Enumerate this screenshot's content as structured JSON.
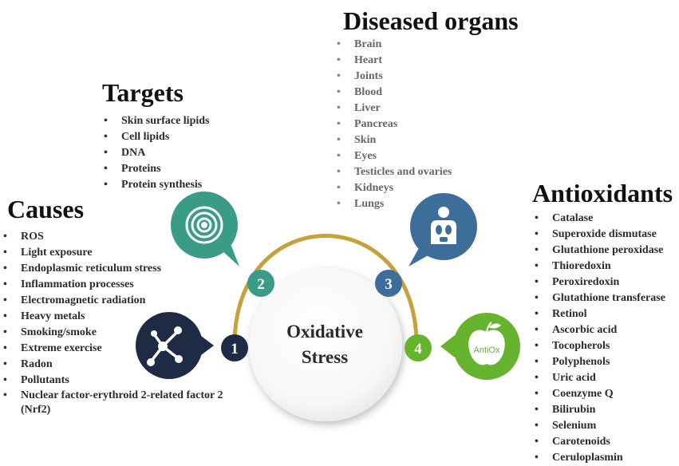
{
  "center": {
    "line1": "Oxidative",
    "line2": "Stress"
  },
  "causes": {
    "title": "Causes",
    "items": [
      "ROS",
      "Light exposure",
      "Endoplasmic reticulum stress",
      "Inflammation processes",
      "Electromagnetic radiation",
      "Heavy metals",
      "Smoking/smoke",
      "Extreme exercise",
      "Radon",
      "Pollutants",
      "Nuclear factor-erythroid 2-related factor 2 (Nrf2)"
    ]
  },
  "targets": {
    "title": "Targets",
    "items": [
      "Skin surface lipids",
      "Cell lipids",
      "DNA",
      "Proteins",
      "Protein synthesis"
    ]
  },
  "diseased_organs": {
    "title": "Diseased organs",
    "items": [
      "Brain",
      "Heart",
      "Joints",
      "Blood",
      "Liver",
      "Pancreas",
      "Skin",
      "Eyes",
      "Testicles and ovaries",
      "Kidneys",
      "Lungs"
    ]
  },
  "antioxidants": {
    "title": "Antioxidants",
    "items": [
      "Catalase",
      "Superoxide dismutase",
      "Glutathione peroxidase",
      "Thioredoxin",
      "Peroxiredoxin",
      "Glutathione transferase",
      "Retinol",
      "Ascorbic acid",
      "Tocopherols",
      "Polyphenols",
      "Uric acid",
      "Coenzyme Q",
      "Bilirubin",
      "Selenium",
      "Carotenoids",
      "Ceruloplasmin"
    ]
  },
  "steps": [
    {
      "number": "1",
      "color": "#1f2a44",
      "icon": "molecule-icon"
    },
    {
      "number": "2",
      "color": "#3a9b86",
      "icon": "target-icon"
    },
    {
      "number": "3",
      "color": "#3d6e99",
      "icon": "body-organs-icon"
    },
    {
      "number": "4",
      "color": "#66b32e",
      "icon": "apple-icon",
      "icon_label": "AntiOx"
    }
  ],
  "colors": {
    "arc": "#c8a13a",
    "center_fill": "#ffffff"
  }
}
